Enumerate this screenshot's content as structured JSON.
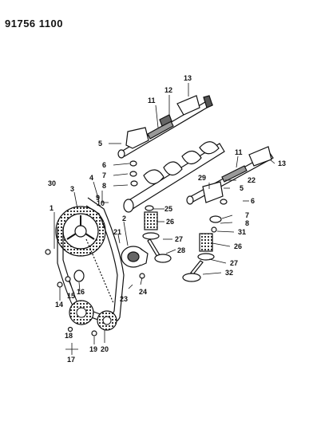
{
  "header": {
    "part_number": "91756 1100"
  },
  "callouts": {
    "c1": "1",
    "c2": "2",
    "c3": "3",
    "c4": "4",
    "c5": "5",
    "c6": "6",
    "c7": "7",
    "c8": "8",
    "c9": "9",
    "c10": "10",
    "c11": "11",
    "c12": "12",
    "c13": "13",
    "c14": "14",
    "c15": "15",
    "c16": "16",
    "c17": "17",
    "c18": "18",
    "c19": "19",
    "c20": "20",
    "c21": "21",
    "c22": "22",
    "c23": "23",
    "c24": "24",
    "c25": "25",
    "c26": "26",
    "c27": "27",
    "c28": "28",
    "c29": "29",
    "c30": "30",
    "c31": "31",
    "c32": "32"
  }
}
